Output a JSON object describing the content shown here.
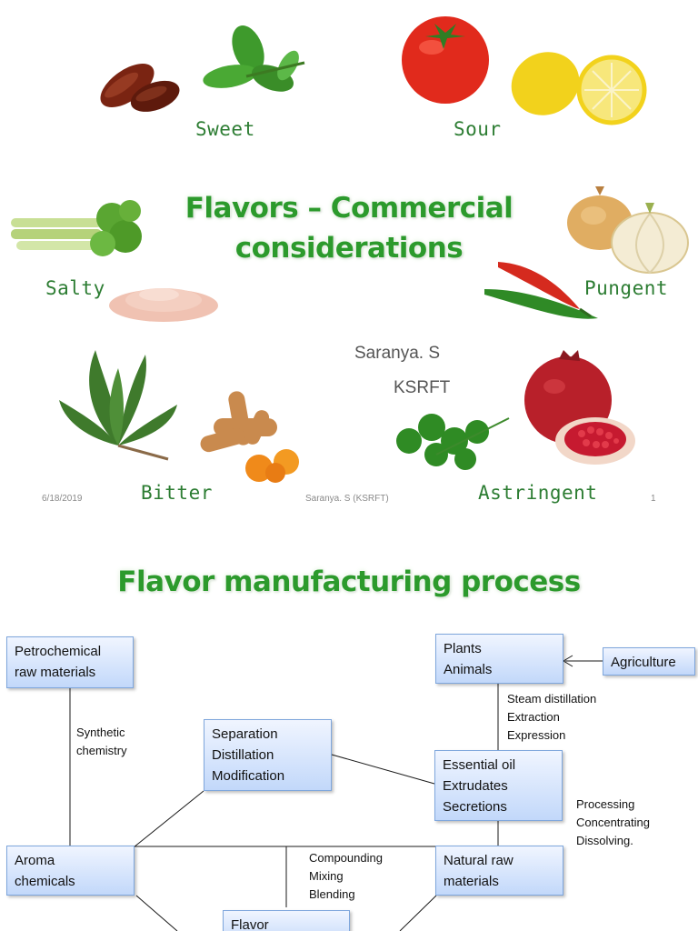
{
  "slide1": {
    "title_line1": "Flavors – Commercial",
    "title_line2": "considerations",
    "tastes": {
      "sweet": "Sweet",
      "sour": "Sour",
      "salty": "Salty",
      "pungent": "Pungent",
      "bitter": "Bitter",
      "astringent": "Astringent"
    },
    "author": "Saranya. S",
    "institution": "KSRFT",
    "footer": {
      "date": "6/18/2019",
      "center": "Saranya. S (KSRFT)",
      "page": "1"
    }
  },
  "slide2": {
    "title": "Flavor manufacturing process",
    "boxes": {
      "petrochemical": [
        "Petrochemical",
        "raw materials"
      ],
      "plants": [
        "Plants",
        "Animals"
      ],
      "agriculture": [
        "Agriculture"
      ],
      "separation": [
        "Separation",
        "Distillation",
        "Modification"
      ],
      "essential": [
        "Essential oil",
        "Extrudates",
        "Secretions"
      ],
      "aroma": [
        "Aroma",
        "chemicals"
      ],
      "natural": [
        "Natural raw",
        "materials"
      ],
      "flavor": [
        "Flavor"
      ]
    },
    "labels": {
      "synthetic": [
        "Synthetic",
        "chemistry"
      ],
      "steam": [
        "Steam distillation",
        "Extraction",
        "Expression"
      ],
      "processing": [
        "Processing",
        "Concentrating",
        "Dissolving."
      ],
      "compounding": [
        "Compounding",
        "Mixing",
        "Blending"
      ]
    }
  }
}
